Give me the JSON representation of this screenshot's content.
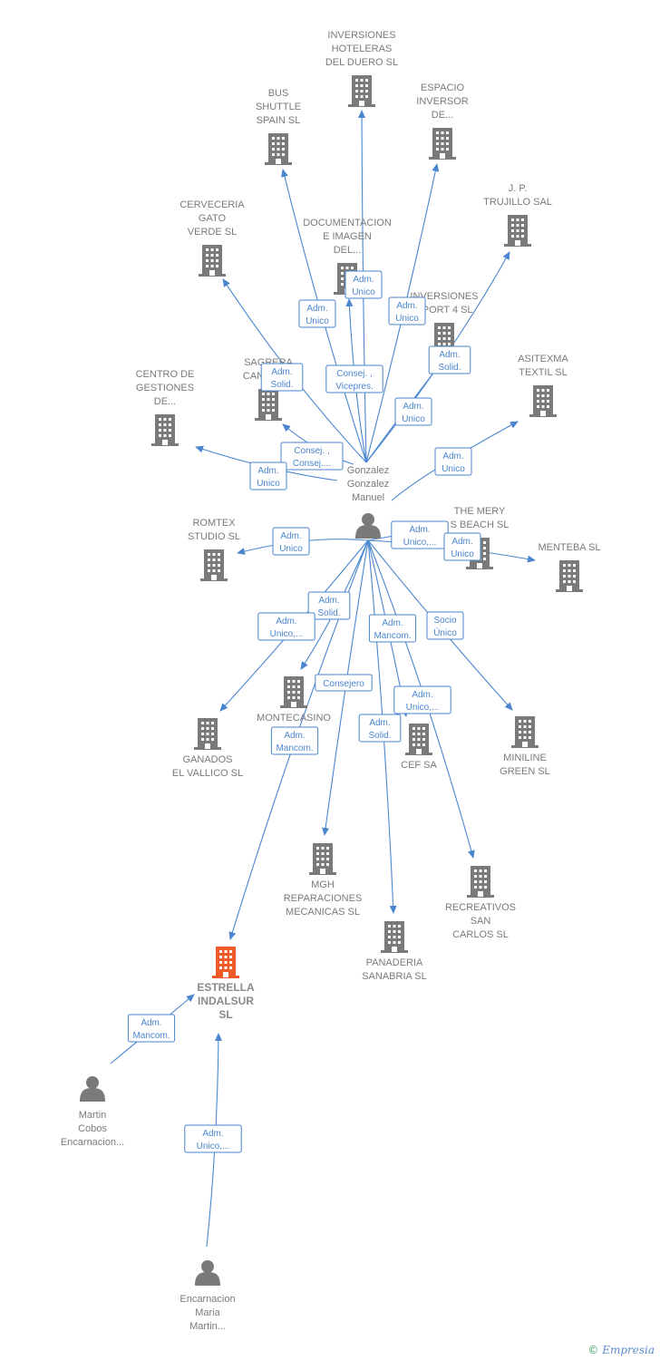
{
  "colors": {
    "edge": "#4a86cf",
    "node": "#7a7a7a",
    "focus": "#f05a28",
    "label": "#7a7a7a"
  },
  "watermark": {
    "symbol": "©",
    "brand": "Empresia"
  },
  "nodes": [
    {
      "id": "hub",
      "type": "person",
      "lines": [
        "Gonzalez",
        "Gonzalez",
        "Manuel"
      ]
    },
    {
      "id": "inv_duero",
      "type": "company",
      "lines": [
        "INVERSIONES",
        "HOTELERAS",
        "DEL DUERO SL"
      ]
    },
    {
      "id": "bus",
      "type": "company",
      "lines": [
        "BUS",
        "SHUTTLE",
        "SPAIN  SL"
      ]
    },
    {
      "id": "espacio",
      "type": "company",
      "lines": [
        "ESPACIO",
        "INVERSOR",
        "DE..."
      ]
    },
    {
      "id": "jp",
      "type": "company",
      "lines": [
        "J. P.",
        "TRUJILLO SAL"
      ]
    },
    {
      "id": "cerveceria",
      "type": "company",
      "lines": [
        "CERVECERIA",
        "GATO",
        "VERDE  SL"
      ]
    },
    {
      "id": "documentacion",
      "type": "company",
      "lines": [
        "DOCUMENTACION",
        "E IMAGEN",
        "DEL..."
      ]
    },
    {
      "id": "inv_sport",
      "type": "company",
      "lines": [
        "INVERSIONES",
        "SPORT 4 SL"
      ]
    },
    {
      "id": "sagrera",
      "type": "company",
      "lines": [
        "SAGRERA",
        "CANARIAS"
      ]
    },
    {
      "id": "asitexma",
      "type": "company",
      "lines": [
        "ASITEXMA",
        "TEXTIL  SL"
      ]
    },
    {
      "id": "centro",
      "type": "company",
      "lines": [
        "CENTRO DE",
        "GESTIONES",
        "DE..."
      ]
    },
    {
      "id": "romtex",
      "type": "company",
      "lines": [
        "ROMTEX",
        "STUDIO  SL"
      ]
    },
    {
      "id": "mery",
      "type": "company",
      "lines": [
        "THE MERY",
        "S BEACH  SL"
      ]
    },
    {
      "id": "menteba",
      "type": "company",
      "lines": [
        "MENTEBA  SL"
      ]
    },
    {
      "id": "montecasino",
      "type": "company",
      "lines": [
        "MONTECASINO"
      ]
    },
    {
      "id": "ganados",
      "type": "company",
      "lines": [
        "GANADOS",
        "EL VALLICO  SL"
      ]
    },
    {
      "id": "cef",
      "type": "company",
      "lines": [
        "CEF SA"
      ]
    },
    {
      "id": "miniline",
      "type": "company",
      "lines": [
        "MINILINE",
        "GREEN SL"
      ]
    },
    {
      "id": "mgh",
      "type": "company",
      "lines": [
        "MGH",
        "REPARACIONES",
        "MECANICAS SL"
      ]
    },
    {
      "id": "recreativos",
      "type": "company",
      "lines": [
        "RECREATIVOS",
        "SAN",
        "CARLOS SL"
      ]
    },
    {
      "id": "panaderia",
      "type": "company",
      "lines": [
        "PANADERIA",
        "SANABRIA  SL"
      ]
    },
    {
      "id": "estrella",
      "type": "focus",
      "lines": [
        "ESTRELLA",
        "INDALSUR",
        "SL"
      ]
    },
    {
      "id": "martin",
      "type": "person",
      "lines": [
        "Martin",
        "Cobos",
        "Encarnacion..."
      ]
    },
    {
      "id": "encarnacion",
      "type": "person",
      "lines": [
        "Encarnacion",
        "Maria",
        "Martin..."
      ]
    }
  ],
  "edges": [
    {
      "from": "hub",
      "to": "inv_duero",
      "label": [
        "Adm.",
        "Unico"
      ]
    },
    {
      "from": "hub",
      "to": "bus",
      "label": [
        "Adm.",
        "Unico"
      ]
    },
    {
      "from": "hub",
      "to": "espacio",
      "label": [
        "Adm.",
        "Unico"
      ]
    },
    {
      "from": "hub",
      "to": "jp",
      "label": [
        "Adm.",
        "Solid."
      ]
    },
    {
      "from": "hub",
      "to": "cerveceria",
      "label": [
        "Adm.",
        "Solid."
      ]
    },
    {
      "from": "hub",
      "to": "documentacion",
      "label": [
        "Consej. ,",
        "Vicepres."
      ]
    },
    {
      "from": "hub",
      "to": "inv_sport",
      "label": [
        "Adm.",
        "Unico"
      ]
    },
    {
      "from": "hub",
      "to": "sagrera",
      "label": [
        "Consej. ,",
        "Consej...."
      ]
    },
    {
      "from": "hub",
      "to": "centro",
      "label": [
        "Adm.",
        "Unico"
      ]
    },
    {
      "from": "hub",
      "to": "asitexma",
      "label": [
        "Adm.",
        "Unico"
      ]
    },
    {
      "from": "hub",
      "to": "romtex",
      "label": [
        "Adm.",
        "Unico"
      ]
    },
    {
      "from": "hub",
      "to": "mery",
      "label": [
        "Adm.",
        "Unico,..."
      ]
    },
    {
      "from": "hub",
      "to": "menteba",
      "label": [
        "Adm.",
        "Unico"
      ]
    },
    {
      "from": "hub",
      "to": "montecasino",
      "label": [
        "Adm.",
        "Solid."
      ]
    },
    {
      "from": "hub",
      "to": "ganados",
      "label": [
        "Adm.",
        "Unico,..."
      ]
    },
    {
      "from": "hub",
      "to": "estrella",
      "label": [
        "Adm.",
        "Mancom."
      ]
    },
    {
      "from": "hub",
      "to": "mgh",
      "label": [
        "Consejero"
      ]
    },
    {
      "from": "hub",
      "to": "cef",
      "label": [
        "Adm.",
        "Mancom."
      ]
    },
    {
      "from": "hub",
      "to": "panaderia",
      "label": [
        "Adm.",
        "Solid."
      ]
    },
    {
      "from": "hub",
      "to": "recreativos",
      "label": [
        "Adm.",
        "Unico,..."
      ]
    },
    {
      "from": "hub",
      "to": "miniline",
      "label": [
        "Socio",
        "Único"
      ]
    },
    {
      "from": "martin",
      "to": "estrella",
      "label": [
        "Adm.",
        "Mancom."
      ]
    },
    {
      "from": "encarnacion",
      "to": "estrella",
      "label": [
        "Adm.",
        "Unico,..."
      ]
    }
  ]
}
